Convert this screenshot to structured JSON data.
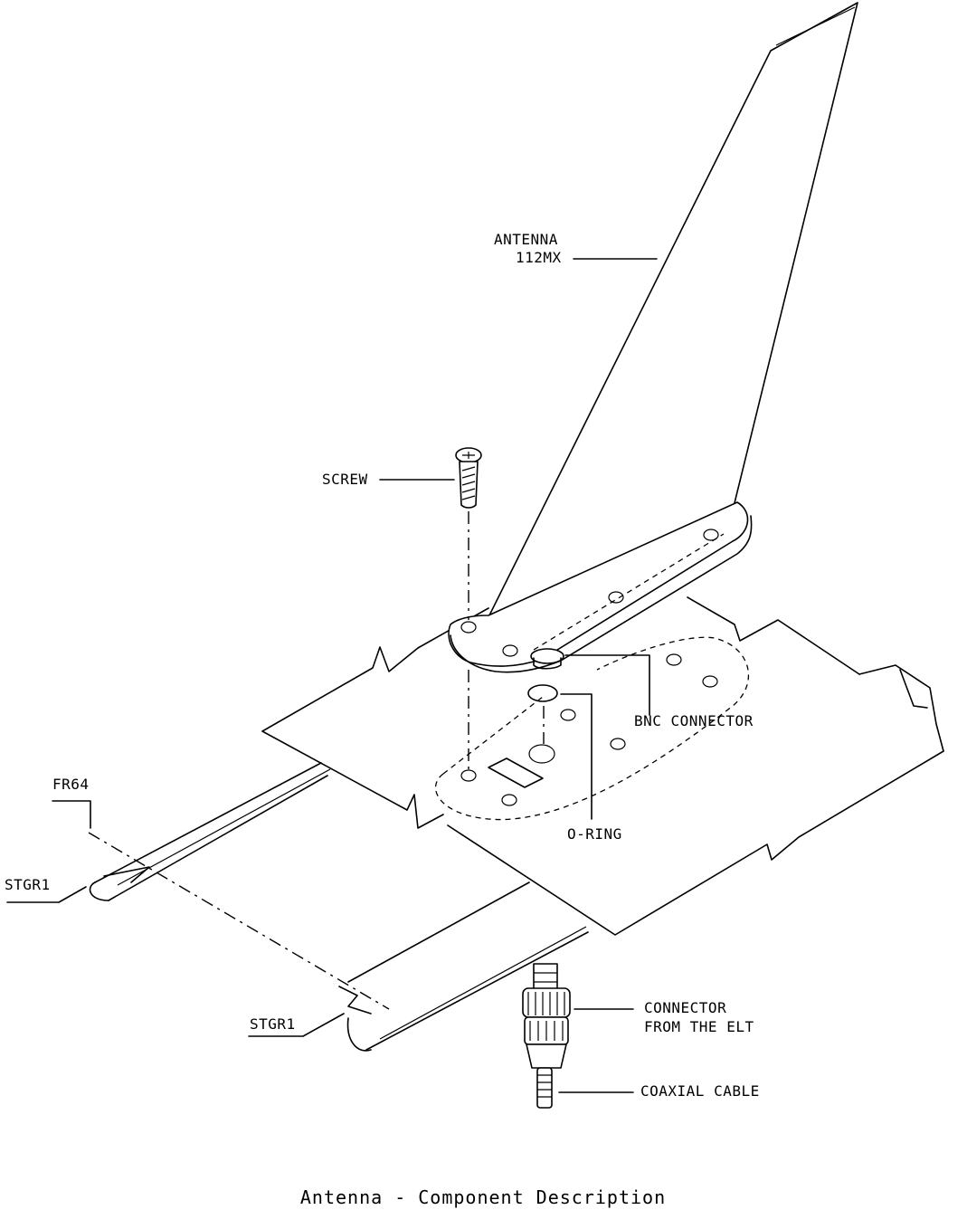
{
  "labels": {
    "antenna_line1": "ANTENNA",
    "antenna_line2": "112MX",
    "screw": "SCREW",
    "bnc_connector": "BNC CONNECTOR",
    "o_ring": "O-RING",
    "fr64": "FR64",
    "stgr1_upper": "STGR1",
    "stgr1_lower": "STGR1",
    "connector_line1": "CONNECTOR",
    "connector_line2": "FROM THE ELT",
    "coaxial_cable": "COAXIAL CABLE"
  },
  "caption": "Antenna - Component Description"
}
